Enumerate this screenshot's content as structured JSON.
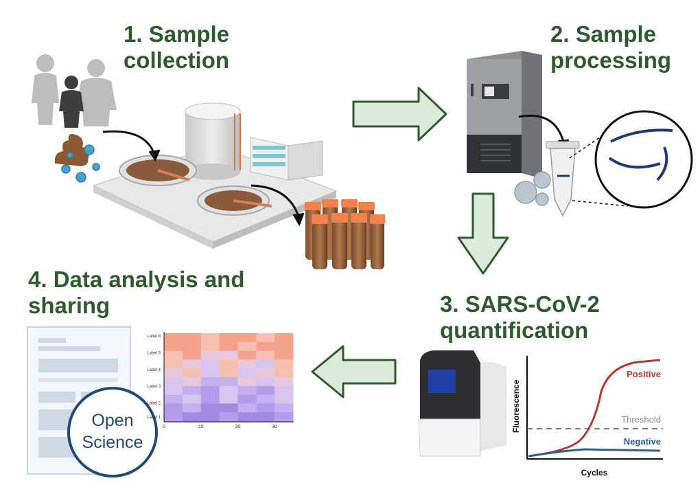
{
  "colors": {
    "title_green": "#2e5a2e",
    "arrow_fill": "#dbeadb",
    "arrow_stroke": "#2e5a2e",
    "positive_red": "#b03a33",
    "negative_blue": "#2f5f8a",
    "threshold_gray": "#8a8a8a",
    "open_science_blue": "#1f4a77"
  },
  "steps": {
    "step1": {
      "line1": "1. Sample",
      "line2": "collection"
    },
    "step2": {
      "line1": "2. Sample",
      "line2": "processing"
    },
    "step3": {
      "line1": "3. SARS-CoV-2",
      "line2": "quantification"
    },
    "step4": {
      "line1": "4. Data analysis and",
      "line2": "sharing"
    }
  },
  "qpcr_plot": {
    "ylabel": "Fluorescence",
    "xlabel": "Cycles",
    "positive_label": "Positive",
    "threshold_label": "Threshold",
    "negative_label": "Negative"
  },
  "heatmap": {
    "row_labels": [
      "Label 6",
      "Label 5",
      "Label 4",
      "Label 3",
      "Label 2",
      "Label 1"
    ],
    "x_ticks": [
      "0",
      "10",
      "20",
      "30"
    ]
  },
  "open_science": {
    "line1": "Open",
    "line2": "Science"
  },
  "icons": [
    "people-icon",
    "virus-icon",
    "stool-icon",
    "treatment-plant-icon",
    "sample-tubes-icon",
    "freezer-icon",
    "microtube-icon",
    "rna-strands-icon",
    "qpcr-machine-icon",
    "document-icon",
    "open-science-badge"
  ]
}
